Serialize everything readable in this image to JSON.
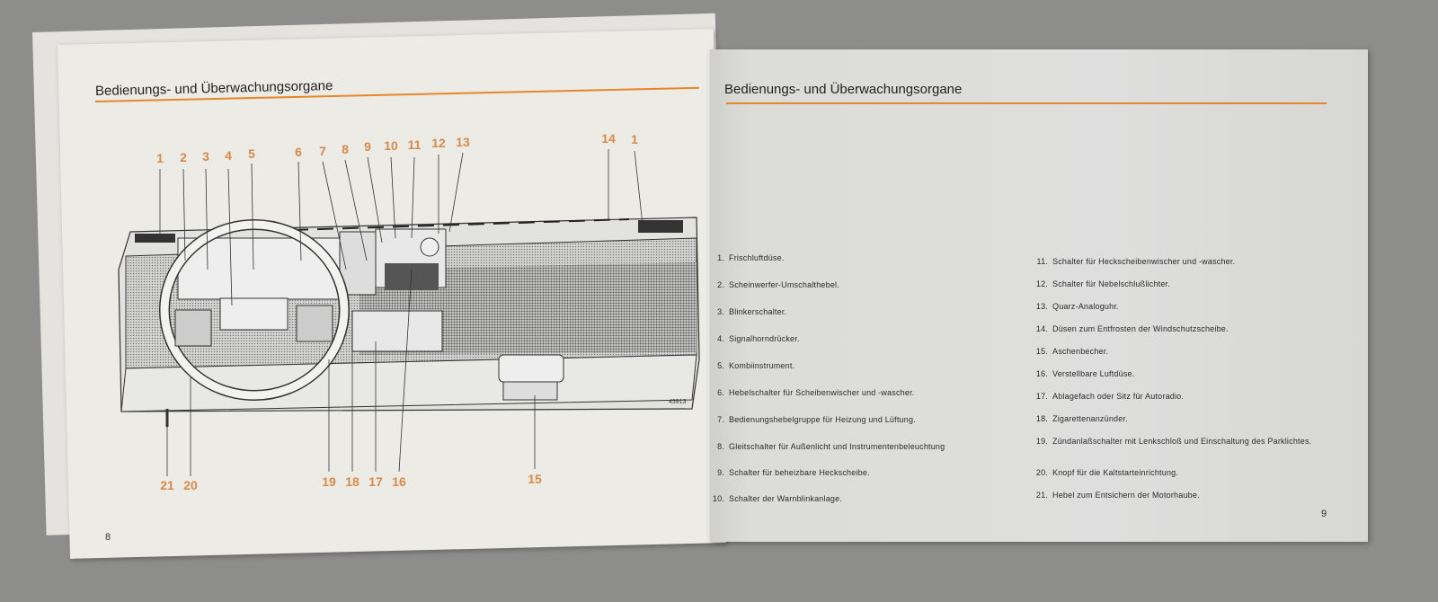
{
  "left_page": {
    "heading": "Bedienungs- und Überwachungsorgane",
    "page_number": "8",
    "figure_number": "43913",
    "callouts_top": [
      "1",
      "2",
      "3",
      "4",
      "5",
      "6",
      "7",
      "8",
      "9",
      "10",
      "11",
      "12",
      "13",
      "14",
      "1"
    ],
    "callouts_bottom": [
      "21",
      "20",
      "19",
      "18",
      "17",
      "16",
      "15"
    ]
  },
  "right_page": {
    "heading": "Bedienungs- und Überwachungsorgane",
    "page_number": "9",
    "legend_left": [
      {
        "n": "1.",
        "text": "Frischluftdüse."
      },
      {
        "n": "2.",
        "text": "Scheinwerfer-Umschalthebel."
      },
      {
        "n": "3.",
        "text": "Blinkerschalter."
      },
      {
        "n": "4.",
        "text": "Signalhorndrücker."
      },
      {
        "n": "5.",
        "text": "Kombiinstrument."
      },
      {
        "n": "6.",
        "text": "Hebelschalter für Scheibenwischer und -wascher."
      },
      {
        "n": "7.",
        "text": "Bedienungshebelgruppe für Heizung und Lüftung."
      },
      {
        "n": "8.",
        "text": "Gleitschalter für Außenlicht und Instrumentenbeleuchtung"
      },
      {
        "n": "9.",
        "text": "Schalter für beheizbare Heckscheibe."
      },
      {
        "n": "10.",
        "text": "Schalter der Warnblinkanlage."
      }
    ],
    "legend_right": [
      {
        "n": "11.",
        "text": "Schalter für Heckscheibenwischer und -wascher."
      },
      {
        "n": "12.",
        "text": "Schalter für Nebelschlußlichter."
      },
      {
        "n": "13.",
        "text": "Quarz-Analoguhr."
      },
      {
        "n": "14.",
        "text": "Düsen zum Entfrosten der Windschutzscheibe."
      },
      {
        "n": "15.",
        "text": "Aschenbecher."
      },
      {
        "n": "16.",
        "text": "Verstellbare Luftdüse."
      },
      {
        "n": "17.",
        "text": "Ablagefach oder Sitz für Autoradio."
      },
      {
        "n": "18.",
        "text": "Zigarettenanzünder."
      },
      {
        "n": "19.",
        "text": "Zündanlaßschalter mit Lenkschloß und Einschaltung des Parklichtes."
      },
      {
        "n": "20.",
        "text": "Knopf für die Kaltstarteinrichtung."
      },
      {
        "n": "21.",
        "text": "Hebel zum Entsichern der Motorhaube."
      }
    ]
  },
  "colors": {
    "accent": "#e8862a",
    "callout": "#d88a4a",
    "background": "#8d8d8b"
  }
}
